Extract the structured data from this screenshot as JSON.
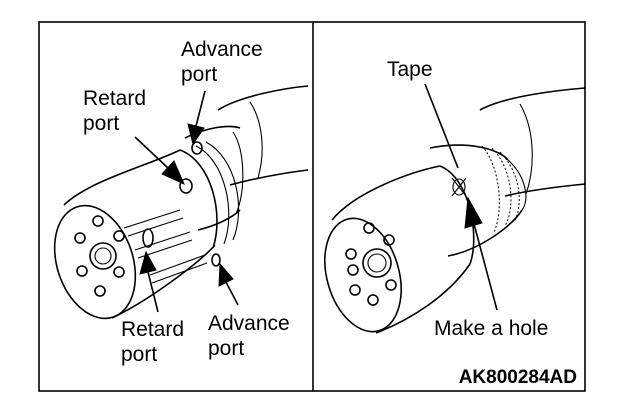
{
  "figure": {
    "panel_left": {
      "labels": {
        "advance_port_top": [
          "Advance",
          "port"
        ],
        "retard_port_top": [
          "Retard",
          "port"
        ],
        "retard_port_bottom": [
          "Retard",
          "port"
        ],
        "advance_port_bottom": [
          "Advance",
          "port"
        ]
      }
    },
    "panel_right": {
      "labels": {
        "tape": "Tape",
        "make_hole": "Make a hole"
      }
    },
    "code": "AK800284AD"
  }
}
